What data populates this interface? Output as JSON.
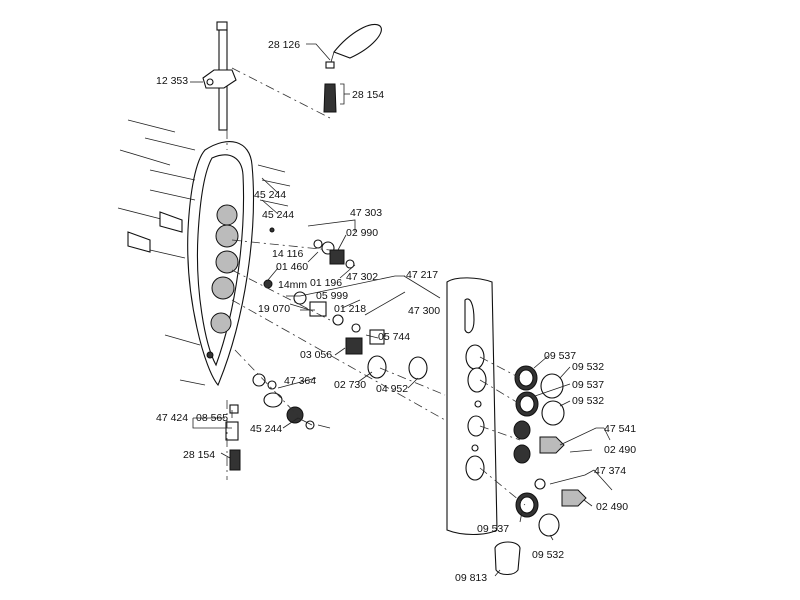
{
  "labels": {
    "p28126": "28 126",
    "p12353": "12 353",
    "p28154_top": "28 154",
    "p45244_a": "45 244",
    "p45244_b": "45 244",
    "p47303": "47 303",
    "p02990": "02 990",
    "p14116": "14 116",
    "p47302": "47 302",
    "p47217": "47 217",
    "p01460": "01 460",
    "p01196": "01 196",
    "p05999": "05 999",
    "p01218": "01 218",
    "p47300": "47 300",
    "p19070": "19 070",
    "p05744": "05 744",
    "p03056": "03 056",
    "p47364": "47 364",
    "p02730": "02 730",
    "p04952": "04 952",
    "p47424": "47 424",
    "p08565": "08 565",
    "p45244_c": "45 244",
    "p28154_bot": "28 154",
    "p09537_a": "09 537",
    "p09532_a": "09 532",
    "p09537_b": "09 537",
    "p09532_b": "09 532",
    "p47541": "47 541",
    "p02490_a": "02 490",
    "p47374": "47 374",
    "p02490_b": "02 490",
    "p09537_c": "09 537",
    "p09532_c": "09 532",
    "p09813": "09 813",
    "dim14mm": "14mm"
  }
}
